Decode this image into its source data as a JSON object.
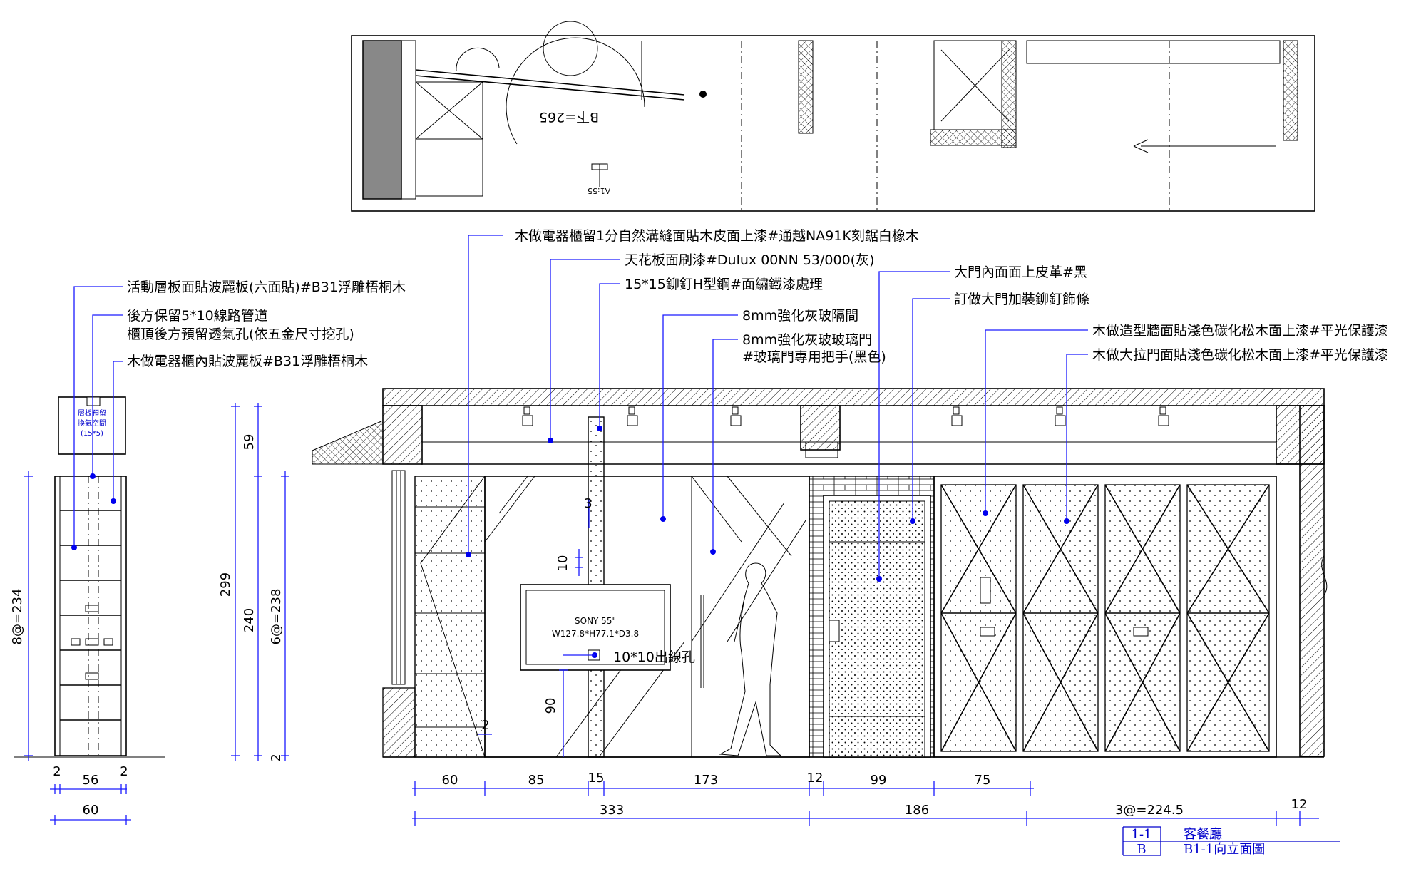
{
  "plan": {
    "level_label": "B下=265",
    "small_label": "A1:55"
  },
  "cabinet": {
    "callouts": [
      "活動層板面貼波麗板(六面貼)#B31浮雕梧桐木",
      "後方保留5*10線路管道",
      "櫃頂後方預留透氣孔(依五金尺寸挖孔)",
      "木做電器櫃內貼波麗板#B31浮雕梧桐木"
    ],
    "top_note_lines": [
      "層板預留",
      "換氣空間",
      "(15*5)"
    ],
    "dims": {
      "height_total": "8@=234",
      "side_left": "2",
      "inner_width": "56",
      "side_right": "2",
      "overall_width": "60"
    }
  },
  "height_dims": {
    "top": "59",
    "total": "299",
    "mid": "240",
    "right_total": "6@=238",
    "bottom": "2"
  },
  "elevation": {
    "callouts": [
      "木做電器櫃留1分自然溝縫面貼木皮面上漆#通越NA91K刻鋸白橡木",
      "天花板面刷漆#Dulux 00NN 53/000(灰)",
      "15*15鉚釘H型鋼#面繡鐵漆處理",
      "8mm強化灰玻隔間",
      "8mm強化灰玻玻璃門",
      "#玻璃門專用把手(黑色)",
      "大門內面面上皮革#黑",
      "訂做大門加裝鉚釘飾條",
      "木做造型牆面貼淺色碳化松木面上漆#平光保護漆",
      "木做大拉門面貼淺色碳化松木面上漆#平光保護漆"
    ],
    "tv": {
      "line1": "SONY 55\"",
      "line2": "W127.8*H77.1*D3.8",
      "outlet": "10*10出線孔"
    },
    "inner_dims": {
      "post_top": "3",
      "post_gap": "10",
      "tv_bottom": "90",
      "cab_base": "2"
    },
    "dims_row1": [
      "60",
      "85",
      "15",
      "173",
      "12",
      "99",
      "75"
    ],
    "dims_row2": [
      "333",
      "186",
      "3@=224.5",
      "12"
    ]
  },
  "title_block": {
    "code1": "1-1",
    "name1": "客餐廳",
    "code2": "B",
    "name2": "B1-1向立面圖"
  },
  "colors": {
    "linework": "#000000",
    "annotation": "#0000ee",
    "wall_fill": "#888888"
  }
}
